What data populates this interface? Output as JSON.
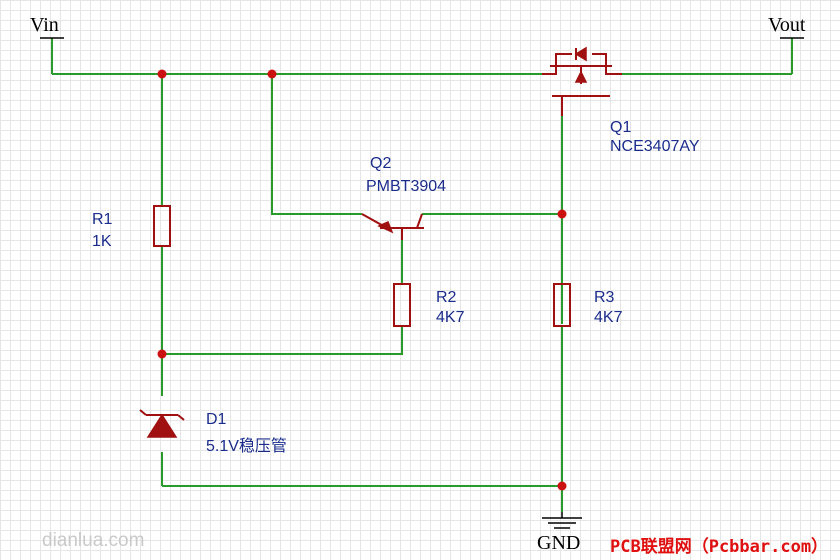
{
  "nets": {
    "vin": "Vin",
    "vout": "Vout",
    "gnd": "GND"
  },
  "components": {
    "q1": {
      "ref": "Q1",
      "value": "NCE3407AY"
    },
    "q2": {
      "ref": "Q2",
      "value": "PMBT3904"
    },
    "r1": {
      "ref": "R1",
      "value": "1K"
    },
    "r2": {
      "ref": "R2",
      "value": "4K7"
    },
    "r3": {
      "ref": "R3",
      "value": "4K7"
    },
    "d1": {
      "ref": "D1",
      "value": "5.1V稳压管"
    }
  },
  "watermarks": {
    "left": "dianlua.com",
    "right": "PCB联盟网（Pcbbar.com）"
  },
  "colors": {
    "wire": "#2a9a2a",
    "component": "#a01010",
    "junction": "#cc1111",
    "label": "#1a2c8c",
    "grid": "#e6e6e6"
  }
}
